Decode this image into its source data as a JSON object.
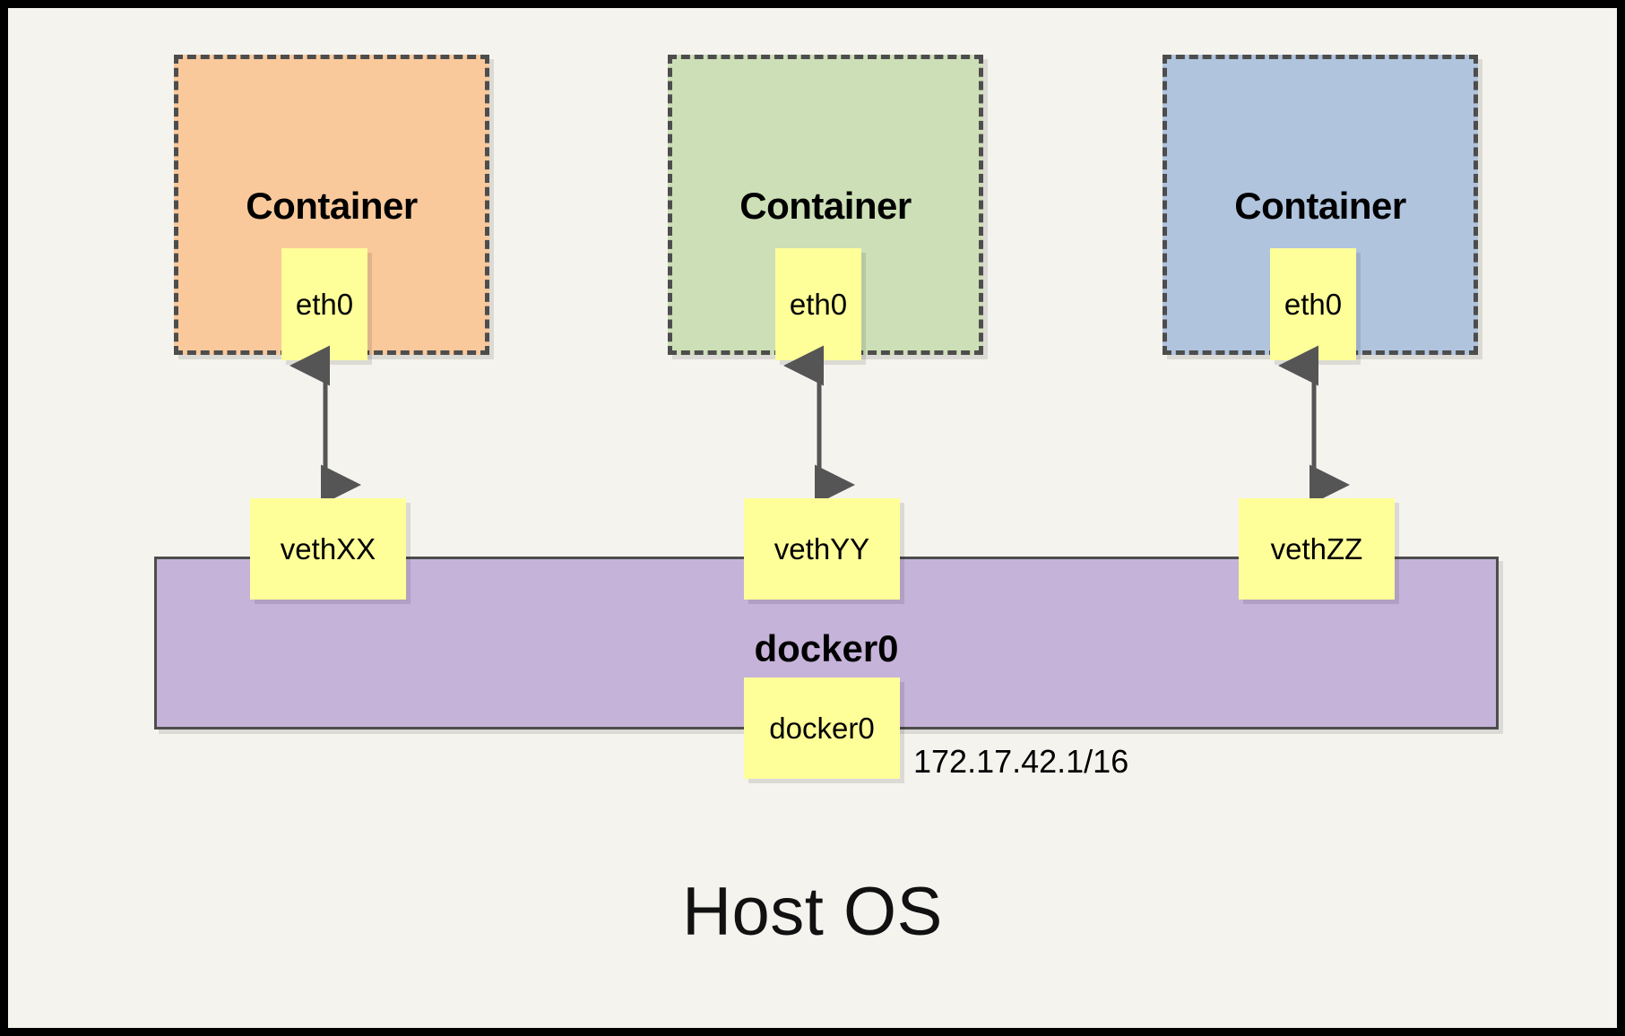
{
  "diagram": {
    "type": "docker-networking-architecture",
    "background_color": "#f4f3ee",
    "frame_color": "#000000",
    "host_label": "Host OS",
    "bridge": {
      "title": "docker0",
      "nic_label": "docker0",
      "ip_label": "172.17.42.1/16",
      "fill_color": "#c6b3d9",
      "border_color": "#4d4d4d"
    },
    "containers": [
      {
        "title": "Container",
        "interface": "eth0",
        "veth": "vethXX",
        "fill_color": "#fac99b"
      },
      {
        "title": "Container",
        "interface": "eth0",
        "veth": "vethYY",
        "fill_color": "#cddfb6"
      },
      {
        "title": "Container",
        "interface": "eth0",
        "veth": "vethZZ",
        "fill_color": "#b0c4de"
      }
    ],
    "link_arrow": {
      "style": "double-headed",
      "color": "#555555"
    },
    "note_box_color": "#ffff99"
  }
}
